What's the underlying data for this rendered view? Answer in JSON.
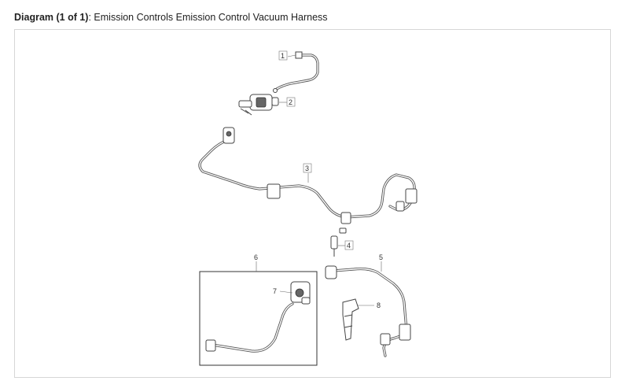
{
  "header": {
    "title_prefix": "Diagram (1 of 1)",
    "separator": ": ",
    "title": "Emission Controls Emission Control Vacuum Harness"
  },
  "callouts": {
    "c1": "1",
    "c2": "2",
    "c3": "3",
    "c4": "4",
    "c5": "5",
    "c6": "6",
    "c7": "7",
    "c8": "8"
  }
}
